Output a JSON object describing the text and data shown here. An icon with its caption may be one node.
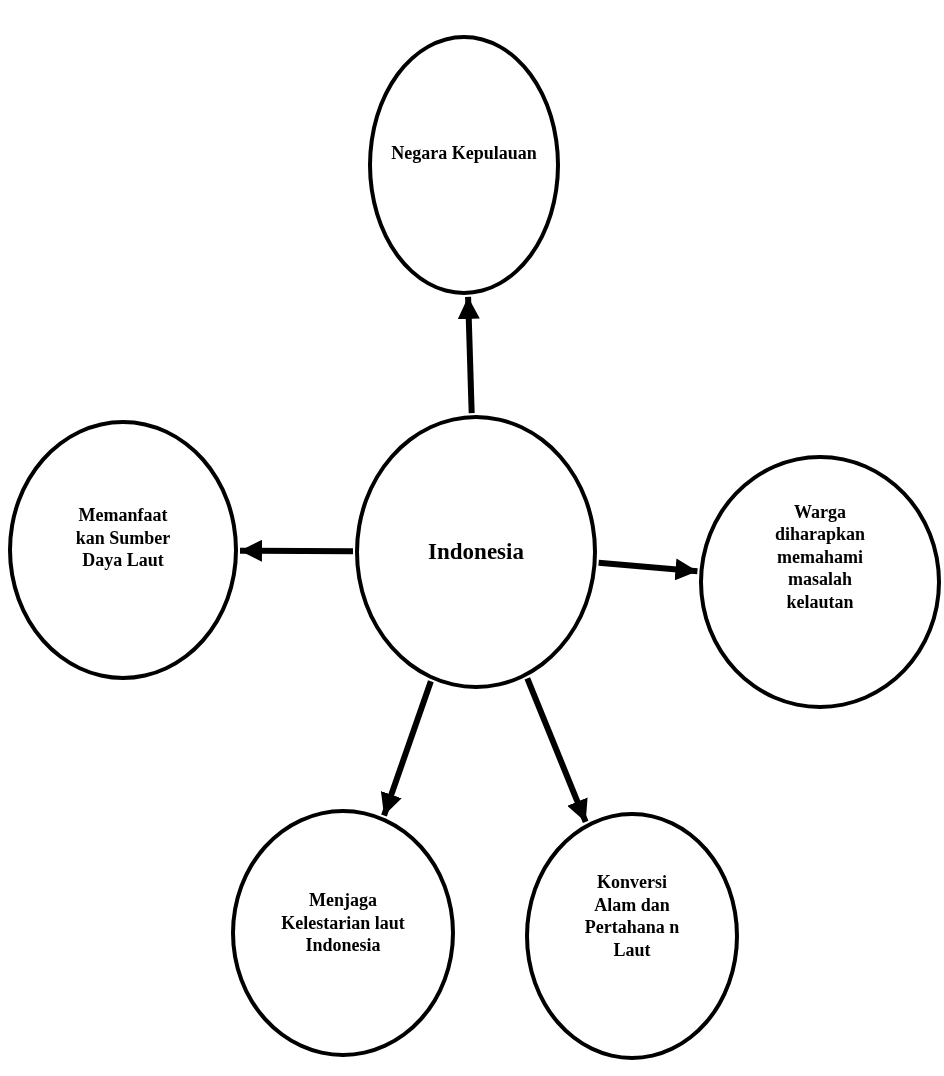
{
  "diagram": {
    "nodes": [
      {
        "text": [
          "Negara Kepulauan"
        ]
      },
      {
        "text": [
          "Memanfaat kan Sumber Daya Laut"
        ]
      },
      {
        "text": [
          "Indonesia"
        ]
      },
      {
        "text": [
          "Warga diharapkan memahami masalah kelautan"
        ]
      },
      {
        "text": [
          "Menjaga Kelestarian laut Indonesia"
        ]
      },
      {
        "text": [
          "Konversi Alam dan Pertahana n Laut"
        ]
      }
    ],
    "edges": [
      {
        "from": 2,
        "to": 0,
        "arrow": "to"
      },
      {
        "from": 2,
        "to": 1,
        "arrow": "to"
      },
      {
        "from": 2,
        "to": 3,
        "arrow": "to"
      },
      {
        "from": 2,
        "to": 4,
        "arrow": "to"
      },
      {
        "from": 2,
        "to": 5,
        "arrow": "to"
      }
    ]
  }
}
